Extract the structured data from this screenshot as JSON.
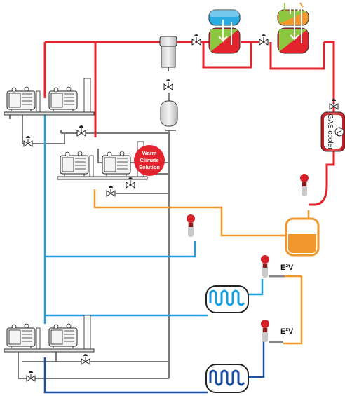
{
  "labels": {
    "gas_cooler": "GAS cooler",
    "badge_line1": "Warm",
    "badge_line2": "Climate",
    "badge_line3": "Solution",
    "valve_label_1": "E²V",
    "valve_label_2": "E²V"
  },
  "colors": {
    "hot_gas": "#e3232d",
    "liquid": "#f0962a",
    "suction_medium": "#1aa0dc",
    "suction_low": "#1c4fa0",
    "oil_return": "#7a7a7a",
    "badge": "#e3232d",
    "heat_exchanger_green": "#8cc63f",
    "heat_exchanger_red": "#e3232d",
    "water_tank_blue": "#29abe2"
  }
}
